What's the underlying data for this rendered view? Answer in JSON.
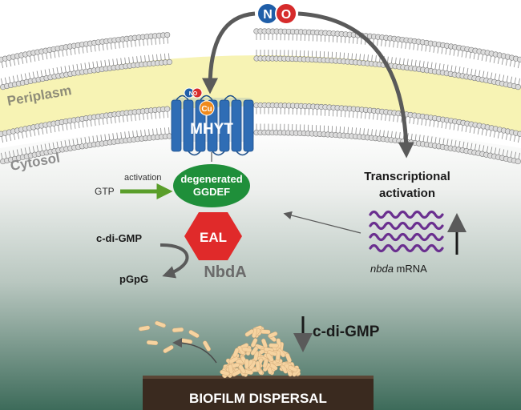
{
  "signal": {
    "n": "N",
    "o": "O"
  },
  "compartments": {
    "periplasm": "Periplasm",
    "cytosol": "Cytosol"
  },
  "protein": {
    "domain_tm": "MHYT",
    "ligand_no": "NO",
    "ligand_cu": "Cu",
    "domain_ggdef_line1": "degenerated",
    "domain_ggdef_line2": "GGDEF",
    "domain_eal": "EAL",
    "name": "NbdA"
  },
  "activation": {
    "substrate": "GTP",
    "label": "activation"
  },
  "reaction": {
    "substrate": "c-di-GMP",
    "product": "pGpG"
  },
  "transcription": {
    "line1": "Transcriptional",
    "line2": "activation",
    "mrna_italic": "nbda",
    "mrna_suffix": " mRNA"
  },
  "outcome": {
    "second_messenger": "c-di-GMP",
    "dispersal": "BIOFILM DISPERSAL"
  },
  "colors": {
    "membrane_band": "#f7f3b4",
    "lipid_head": "#dcdcdc",
    "helix": "#2f6db5",
    "ggdef": "#1f8f3a",
    "eal": "#e02a2a",
    "mrna": "#6a2f8f",
    "arrow": "#5a5a5a",
    "cell_bg": "#3d6b5a",
    "bacteria": "#f6d3a0",
    "ground": "#3a2a1f"
  }
}
